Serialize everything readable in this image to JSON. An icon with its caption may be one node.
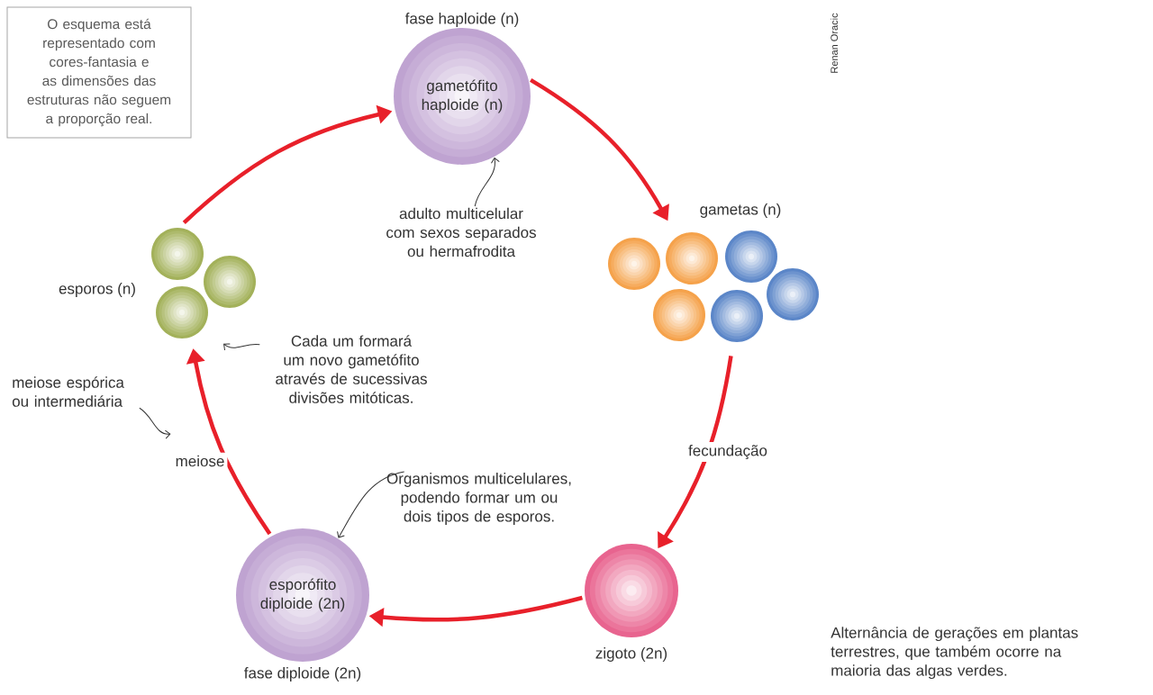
{
  "diagram": {
    "caption": "Alternância de gerações em plantas terrestres, que também ocorre na maioria das algas verdes.",
    "nodes": [
      {
        "text": [
          "gametófito haploide (n)"
        ],
        "beside": [
          "fase haploide (n)"
        ]
      },
      {
        "text": [],
        "shape": "picture",
        "beside": [
          "gametas (n)"
        ]
      },
      {
        "text": [],
        "shape": "picture",
        "beside": [
          "esporos (n)"
        ]
      },
      {
        "text": [],
        "shape": "circle",
        "beside": [
          "zigoto (2n)"
        ]
      },
      {
        "text": [
          "esporófito diploide (2n)"
        ],
        "beside": [
          "fase diploide (2n)"
        ]
      },
      {
        "text": [
          "adulto multicelular com sexos separados ou hermafrodita"
        ]
      },
      {
        "text": [
          "Cada um formará um novo gametófito através de sucessivas divisões mitóticas."
        ]
      },
      {
        "text": [
          "Organismos multicelulares, podendo formar um ou dois tipos de esporos."
        ]
      },
      {
        "text": [
          "meiose espórica ou intermediária"
        ]
      },
      {
        "text": [
          "O esquema está representado com cores-fantasia e as dimensões das estruturas não seguem a proporção real."
        ]
      }
    ],
    "edges": [
      {
        "from": 0,
        "to": 1,
        "arrow": "to"
      },
      {
        "from": 1,
        "to": 3,
        "arrow": "to",
        "label": "fecundação"
      },
      {
        "from": 3,
        "to": 4,
        "arrow": "to"
      },
      {
        "from": 4,
        "to": 2,
        "arrow": "to",
        "label": "meiose"
      },
      {
        "from": 2,
        "to": 0,
        "arrow": "to"
      },
      {
        "from": 5,
        "to": 0,
        "arrow": "to",
        "color": "#333333"
      },
      {
        "from": 6,
        "to": 2,
        "arrow": "to",
        "color": "#333333"
      },
      {
        "from": 7,
        "to": 4,
        "arrow": "to",
        "color": "#333333"
      },
      {
        "from": 8,
        "to": null,
        "arrow": "to",
        "color": "#333333"
      }
    ],
    "labels": [
      "Renan Oracic"
    ]
  }
}
